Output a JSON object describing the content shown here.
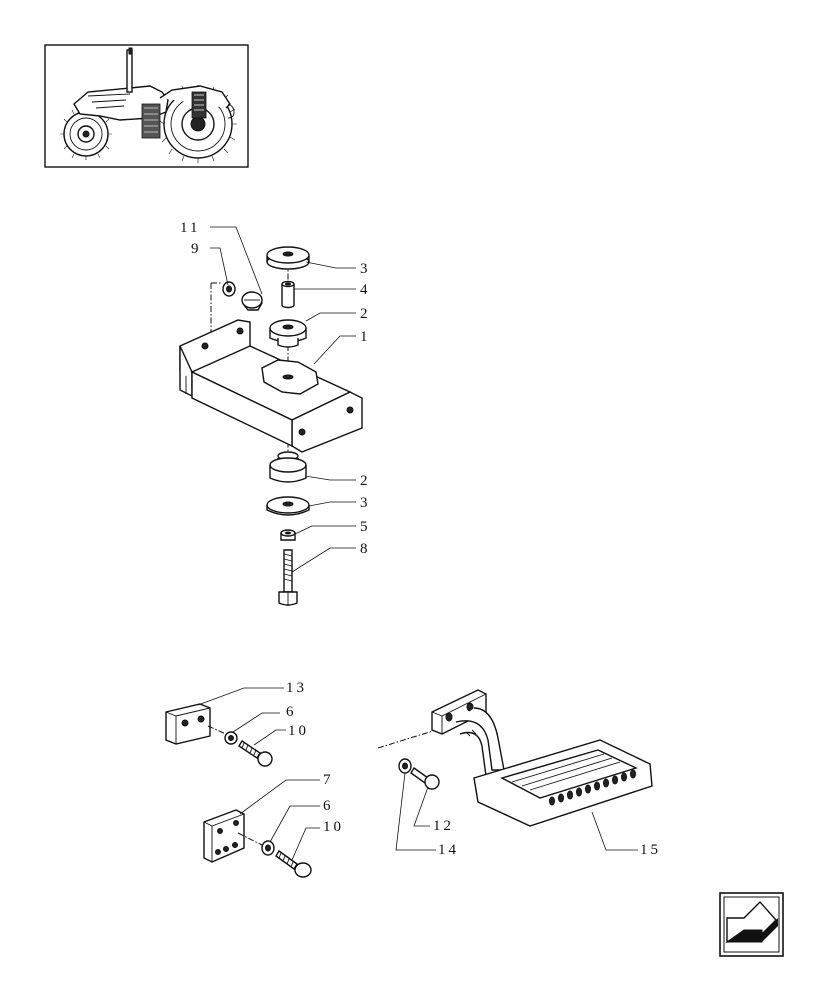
{
  "callouts": {
    "c11": "11",
    "c9": "9",
    "c3a": "3",
    "c4": "4",
    "c2a": "2",
    "c1": "1",
    "c2b": "2",
    "c3b": "3",
    "c5": "5",
    "c8": "8",
    "c13": "13",
    "c6a": "6",
    "c10a": "10",
    "c7": "7",
    "c6b": "6",
    "c10b": "10",
    "c12": "12",
    "c14": "14",
    "c15": "15"
  },
  "icons": {
    "thumbnail": "tractor-thumbnail",
    "nav": "previous-page-arrow-icon"
  }
}
